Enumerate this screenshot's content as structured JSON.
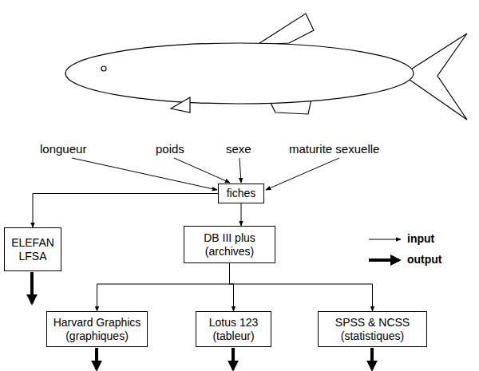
{
  "diagram": {
    "nodes": [
      {
        "text": [
          "fiches"
        ]
      },
      {
        "text": [
          "ELEFAN LFSA"
        ]
      },
      {
        "text": [
          "DB III plus",
          "(archives)"
        ]
      },
      {
        "text": [
          "Harvard Graphics",
          "(graphiques)"
        ]
      },
      {
        "text": [
          "Lotus 123",
          "(tableur)"
        ]
      },
      {
        "text": [
          "SPSS & NCSS",
          "(statistiques)"
        ]
      }
    ],
    "edges": [
      {
        "from": 0,
        "to": 1,
        "arrow": "to"
      },
      {
        "from": 0,
        "to": 2,
        "arrow": "to"
      },
      {
        "from": 2,
        "to": 3,
        "arrow": "to"
      },
      {
        "from": 2,
        "to": 4,
        "arrow": "to"
      },
      {
        "from": 2,
        "to": 5,
        "arrow": "to"
      }
    ],
    "labels": [
      "longueur",
      "poids",
      "sexe",
      "maturite sexuelle"
    ],
    "legend": [
      {
        "text": "input"
      },
      {
        "text": "output"
      }
    ]
  }
}
